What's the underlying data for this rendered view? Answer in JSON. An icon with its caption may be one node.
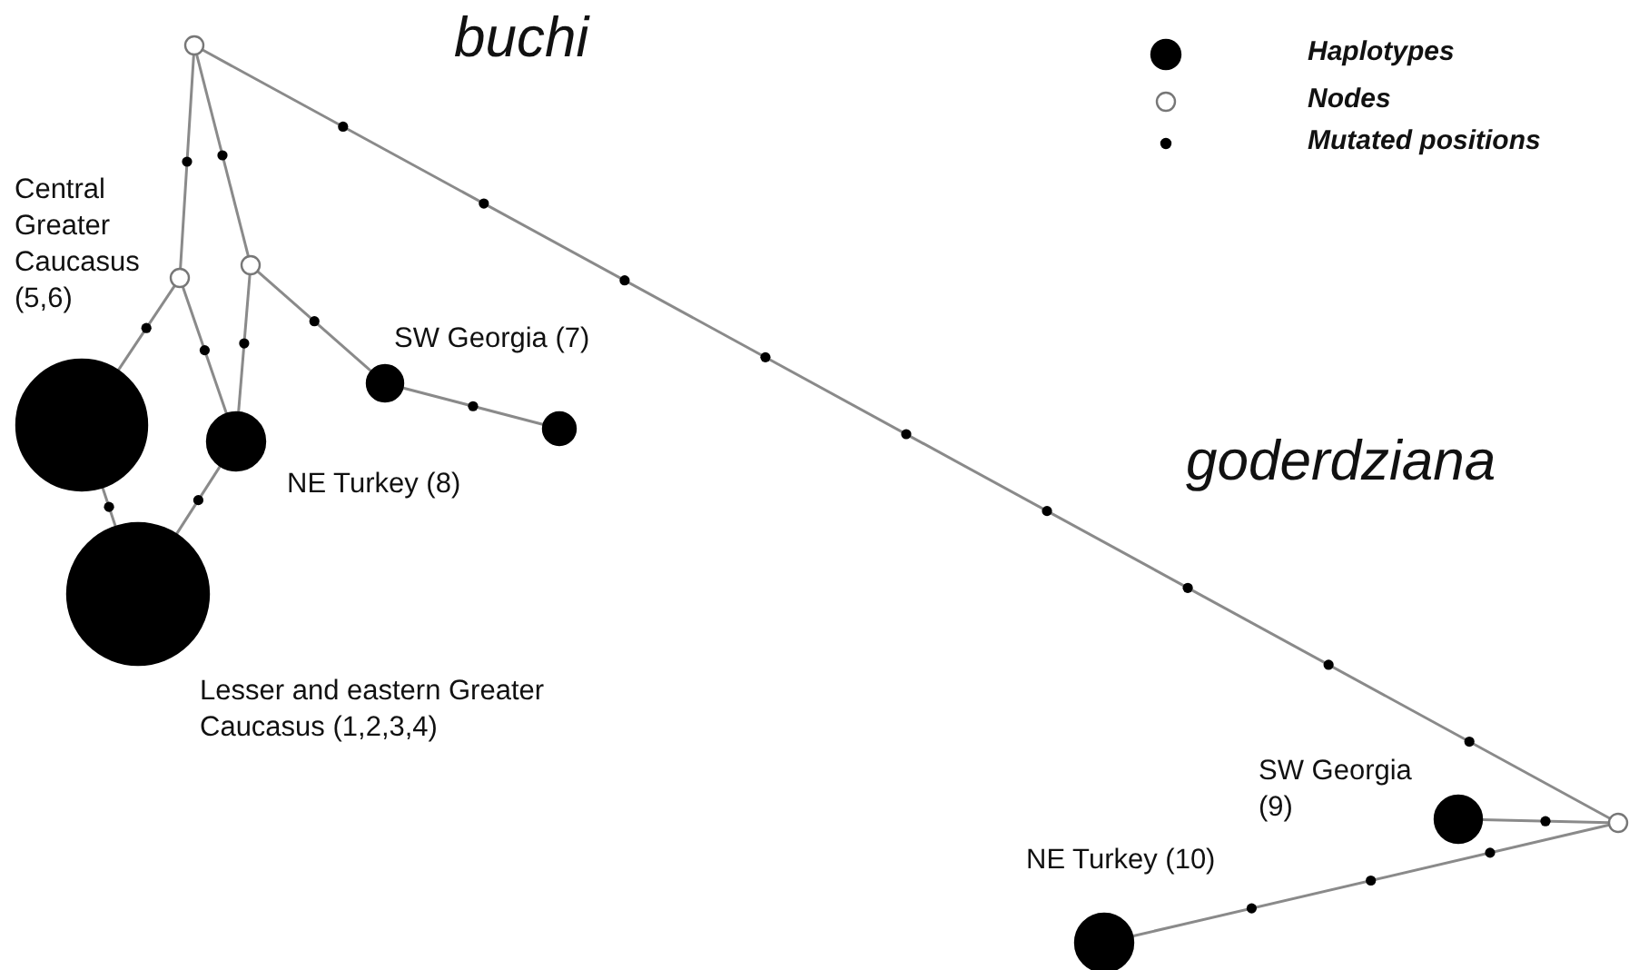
{
  "diagram": {
    "nodes": [
      {
        "text": [],
        "shape": "circle"
      },
      {
        "text": [],
        "shape": "circle"
      },
      {
        "text": [],
        "shape": "circle"
      },
      {
        "text": [],
        "shape": "circle",
        "beside": [
          "Central Greater Caucasus (5,6)"
        ]
      },
      {
        "text": [],
        "shape": "circle",
        "beside": [
          "NE Turkey (8)"
        ]
      },
      {
        "text": [],
        "shape": "circle",
        "beside": [
          "SW Georgia (7)"
        ]
      },
      {
        "text": [],
        "shape": "circle"
      },
      {
        "text": [],
        "shape": "circle",
        "beside": [
          "Lesser and eastern Greater Caucasus (1,2,3,4)"
        ]
      },
      {
        "text": [],
        "shape": "circle"
      },
      {
        "text": [],
        "shape": "circle",
        "beside": [
          "SW Georgia (9)"
        ]
      },
      {
        "text": [],
        "shape": "circle",
        "beside": [
          "NE Turkey (10)"
        ]
      }
    ],
    "edges": [
      {
        "from": 0,
        "to": 1,
        "arrow": "none"
      },
      {
        "from": 0,
        "to": 2,
        "arrow": "none"
      },
      {
        "from": 0,
        "to": 8,
        "arrow": "none"
      },
      {
        "from": 1,
        "to": 3,
        "arrow": "none"
      },
      {
        "from": 1,
        "to": 4,
        "arrow": "none"
      },
      {
        "from": 2,
        "to": 4,
        "arrow": "none"
      },
      {
        "from": 2,
        "to": 5,
        "arrow": "none"
      },
      {
        "from": 5,
        "to": 6,
        "arrow": "none"
      },
      {
        "from": 3,
        "to": 7,
        "arrow": "none"
      },
      {
        "from": 4,
        "to": 7,
        "arrow": "none"
      },
      {
        "from": 8,
        "to": 9,
        "arrow": "none"
      },
      {
        "from": 8,
        "to": 10,
        "arrow": "none"
      }
    ],
    "labels": [
      "buchi",
      "goderdziana"
    ],
    "legend": [
      {
        "text": "Haplotypes"
      },
      {
        "text": "Nodes"
      },
      {
        "text": "Mutated positions"
      }
    ]
  }
}
